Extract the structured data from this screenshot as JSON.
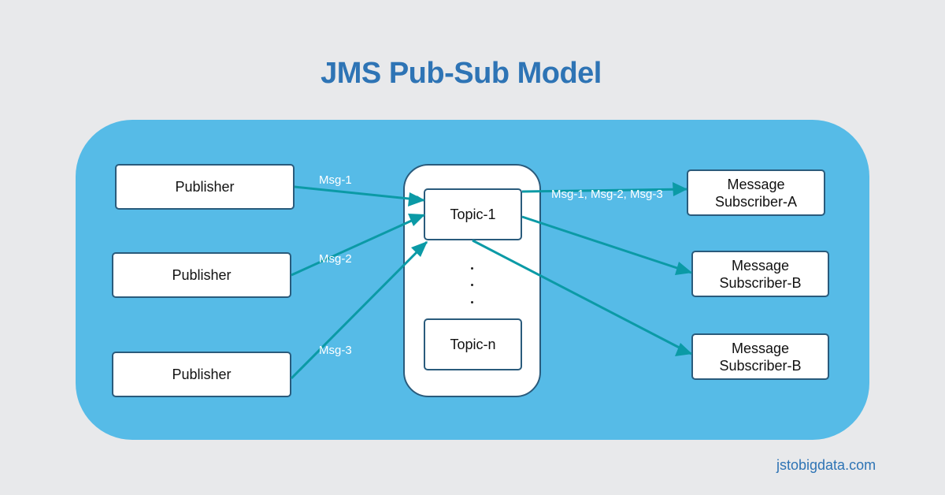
{
  "title": "JMS Pub-Sub Model",
  "publishers": [
    "Publisher",
    "Publisher",
    "Publisher"
  ],
  "topics": [
    "Topic-1",
    "Topic-n"
  ],
  "subscribers": [
    {
      "line1": "Message",
      "line2": "Subscriber-A"
    },
    {
      "line1": "Message",
      "line2": "Subscriber-B"
    },
    {
      "line1": "Message",
      "line2": "Subscriber-B"
    }
  ],
  "messages": {
    "msg1": "Msg-1",
    "msg2": "Msg-2",
    "msg3": "Msg-3",
    "all": "Msg-1, Msg-2, Msg-3"
  },
  "footer": "jstobigdata.com",
  "colors": {
    "background": "#e8e9eb",
    "panel": "#56bbe7",
    "title": "#2e74b5",
    "arrow": "#0b9aa6",
    "box_border": "#2a5b7c"
  }
}
